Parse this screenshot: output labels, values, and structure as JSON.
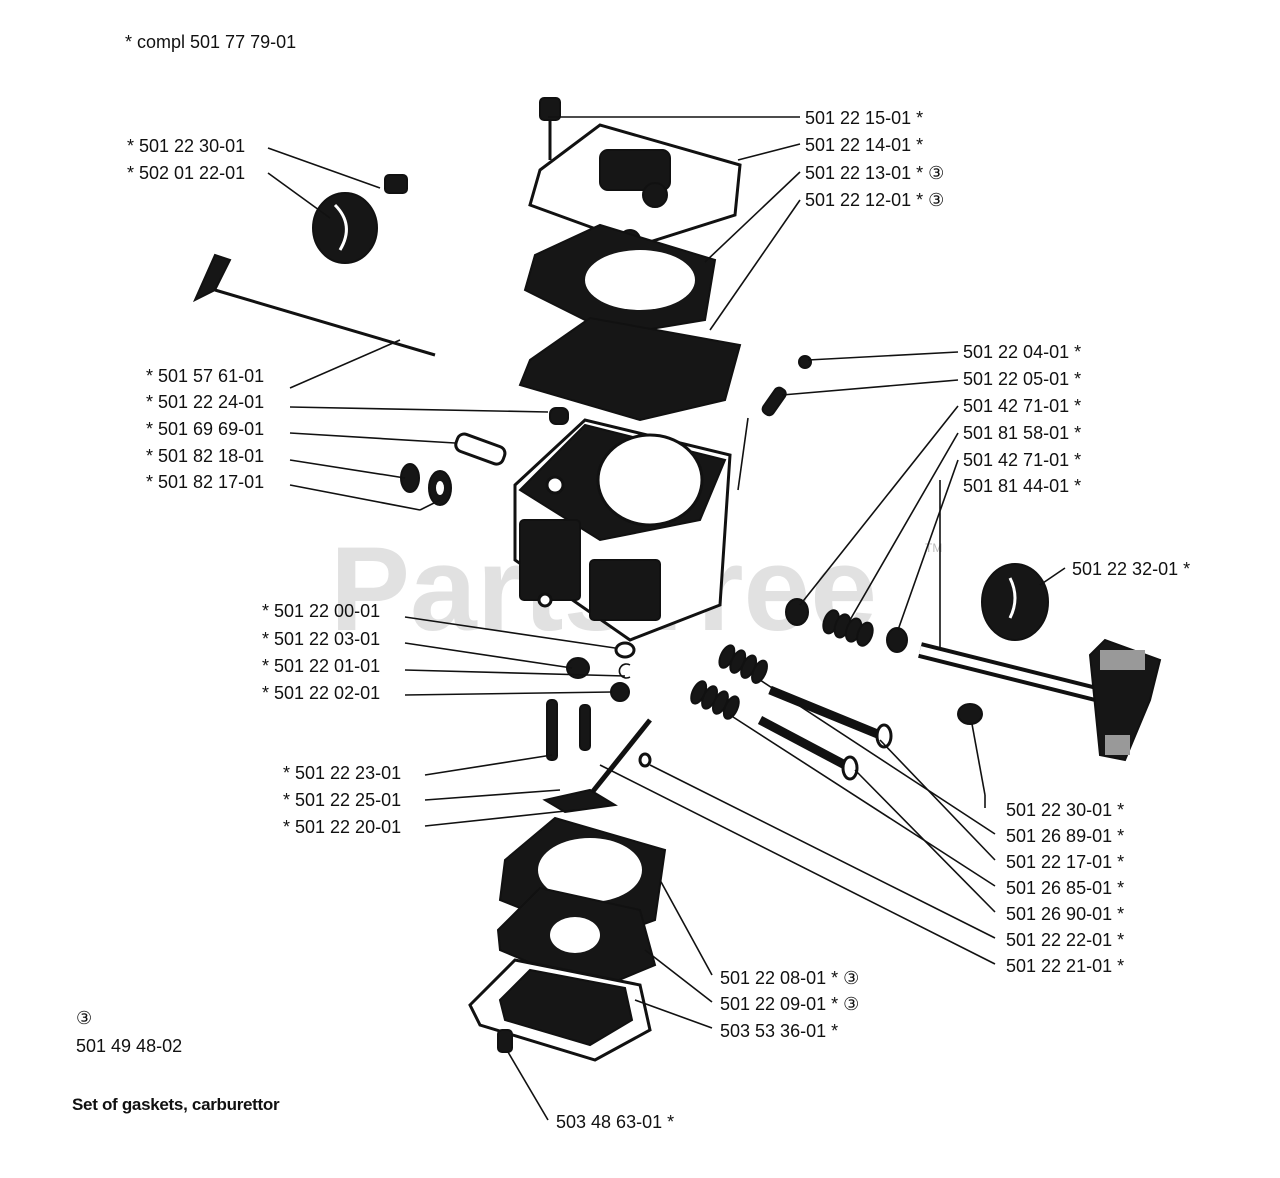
{
  "kit_note": "*  compl 501 77 79-01",
  "watermark": "PartsTree",
  "watermark_tm": "TM",
  "gasket_set": {
    "symbol": "③",
    "number": "501 49 48-02",
    "title": "Set of gaskets, carburettor"
  },
  "labels": [
    {
      "id": "top-screw",
      "text": "501 22 15-01  *"
    },
    {
      "id": "pump-cover",
      "text": "501 22 14-01  *"
    },
    {
      "id": "pump-diaphragm",
      "text": "501 22 13-01  * ③"
    },
    {
      "id": "pump-gasket",
      "text": "501 22 12-01  * ③"
    },
    {
      "id": "choke-screw",
      "text": "*  501 22 30-01"
    },
    {
      "id": "choke-washer",
      "text": "*  502 01 22-01"
    },
    {
      "id": "choke-shaft",
      "text": "*  501 57 61-01"
    },
    {
      "id": "plug-1",
      "text": "*  501 22 24-01"
    },
    {
      "id": "plug-2",
      "text": "*  501 69 69-01"
    },
    {
      "id": "seal-1",
      "text": "*  501 82 18-01"
    },
    {
      "id": "seal-2",
      "text": "*  501 82 17-01"
    },
    {
      "id": "small-ball",
      "text": "501 22 04-01  *"
    },
    {
      "id": "small-spring",
      "text": "501 22 05-01  *"
    },
    {
      "id": "washer-a",
      "text": "501 42 71-01  *"
    },
    {
      "id": "spring-a",
      "text": "501 81 58-01  *"
    },
    {
      "id": "washer-b",
      "text": "501 42 71-01  *"
    },
    {
      "id": "throttle-shaft",
      "text": "501 81 44-01  *"
    },
    {
      "id": "throttle-plate",
      "text": "501 22 32-01  *"
    },
    {
      "id": "oring",
      "text": "*  501 22 00-01"
    },
    {
      "id": "plug-3",
      "text": "*  501 22 03-01"
    },
    {
      "id": "clip",
      "text": "*  501 22 01-01"
    },
    {
      "id": "nut",
      "text": "*  501 22 02-01"
    },
    {
      "id": "needle-valve",
      "text": "*  501 22 23-01"
    },
    {
      "id": "lever",
      "text": "*  501 22 25-01"
    },
    {
      "id": "lever-pin",
      "text": "*  501 22 20-01"
    },
    {
      "id": "throttle-screw",
      "text": "501 22 30-01  *"
    },
    {
      "id": "spring-b",
      "text": "501 26 89-01  *"
    },
    {
      "id": "needle-h",
      "text": "501 22 17-01  *"
    },
    {
      "id": "spring-c",
      "text": "501 26 85-01  *"
    },
    {
      "id": "needle-l",
      "text": "501 26 90-01  *"
    },
    {
      "id": "lever-screw",
      "text": "501 22 22-01  *"
    },
    {
      "id": "lever-spring",
      "text": "501 22 21-01  *"
    },
    {
      "id": "metering-gasket",
      "text": "501 22 08-01  *  ③"
    },
    {
      "id": "metering-diaphragm",
      "text": "501 22 09-01  *  ③"
    },
    {
      "id": "metering-cover",
      "text": "503 53 36-01  *"
    },
    {
      "id": "cover-screw",
      "text": "503 48 63-01  *"
    }
  ]
}
